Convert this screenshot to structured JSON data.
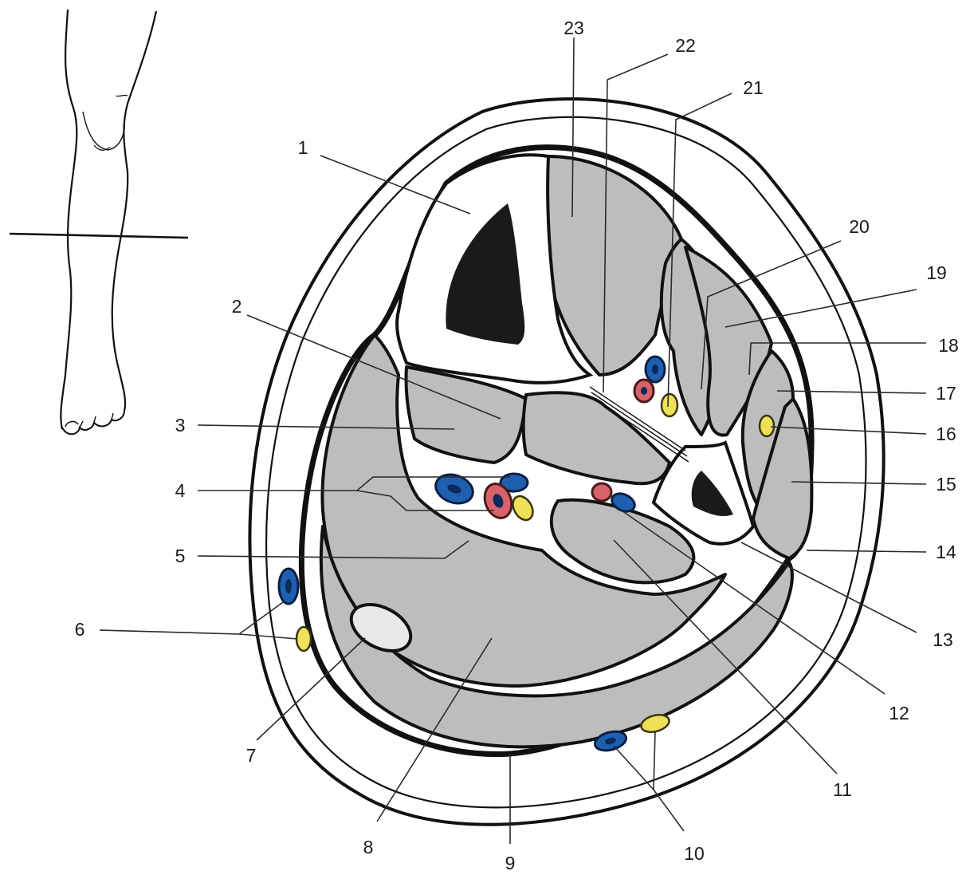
{
  "colors": {
    "muscle": "#bdbdbd",
    "vein": "#1f5fb0",
    "artery": "#d8626a",
    "nerve": "#efe05a",
    "bone_marrow": "#1a1a1a",
    "outline": "#111111"
  },
  "labels": {
    "l1": "1",
    "l2": "2",
    "l3": "3",
    "l4": "4",
    "l5": "5",
    "l6": "6",
    "l7": "7",
    "l8": "8",
    "l9": "9",
    "l10": "10",
    "l11": "11",
    "l12": "12",
    "l13": "13",
    "l14": "14",
    "l15": "15",
    "l16": "16",
    "l17": "17",
    "l18": "18",
    "l19": "19",
    "l20": "20",
    "l21": "21",
    "l22": "22",
    "l23": "23"
  }
}
